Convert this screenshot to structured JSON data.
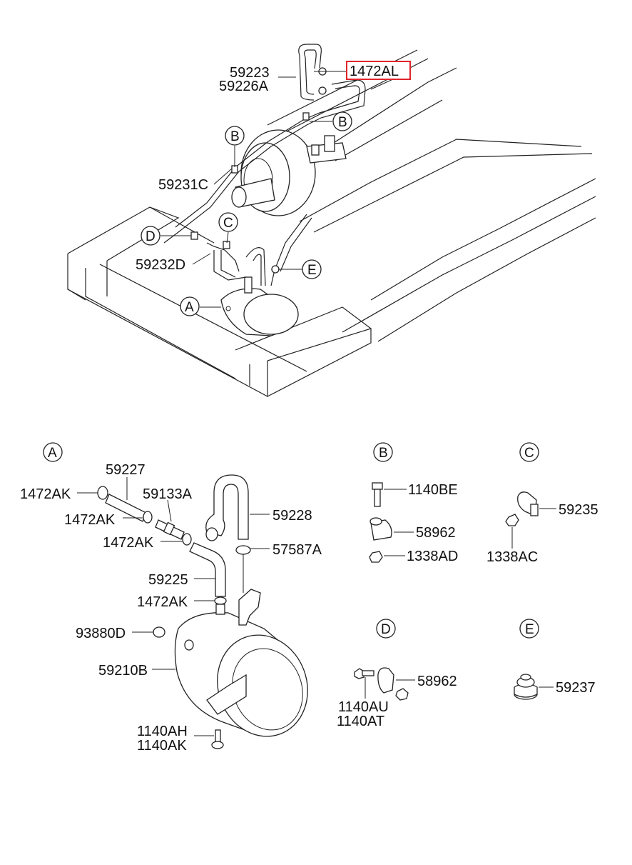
{
  "main_view": {
    "labels": {
      "l59223": "59223",
      "l59226A": "59226A",
      "l1472AL": "1472AL",
      "l59231C": "59231C",
      "l59232D": "59232D"
    },
    "callouts": {
      "B1": "B",
      "B2": "B",
      "C": "C",
      "D": "D",
      "E": "E",
      "A": "A"
    },
    "highlight_color": "#e0242b"
  },
  "detail_A": {
    "title": "A",
    "labels": {
      "l59227": "59227",
      "l1472AK_1": "1472AK",
      "l59133A": "59133A",
      "l1472AK_2": "1472AK",
      "l59228": "59228",
      "l1472AK_3": "1472AK",
      "l57587A": "57587A",
      "l59225": "59225",
      "l1472AK_4": "1472AK",
      "l93880D": "93880D",
      "l59210B": "59210B",
      "l1140AH": "1140AH",
      "l1140AK": "1140AK"
    }
  },
  "detail_B": {
    "title": "B",
    "labels": {
      "l1140BE": "1140BE",
      "l58962": "58962",
      "l1338AD": "1338AD"
    }
  },
  "detail_C": {
    "title": "C",
    "labels": {
      "l59235": "59235",
      "l1338AC": "1338AC"
    }
  },
  "detail_D": {
    "title": "D",
    "labels": {
      "l58962": "58962",
      "l1140AU": "1140AU",
      "l1140AT": "1140AT"
    }
  },
  "detail_E": {
    "title": "E",
    "labels": {
      "l59237": "59237"
    }
  }
}
